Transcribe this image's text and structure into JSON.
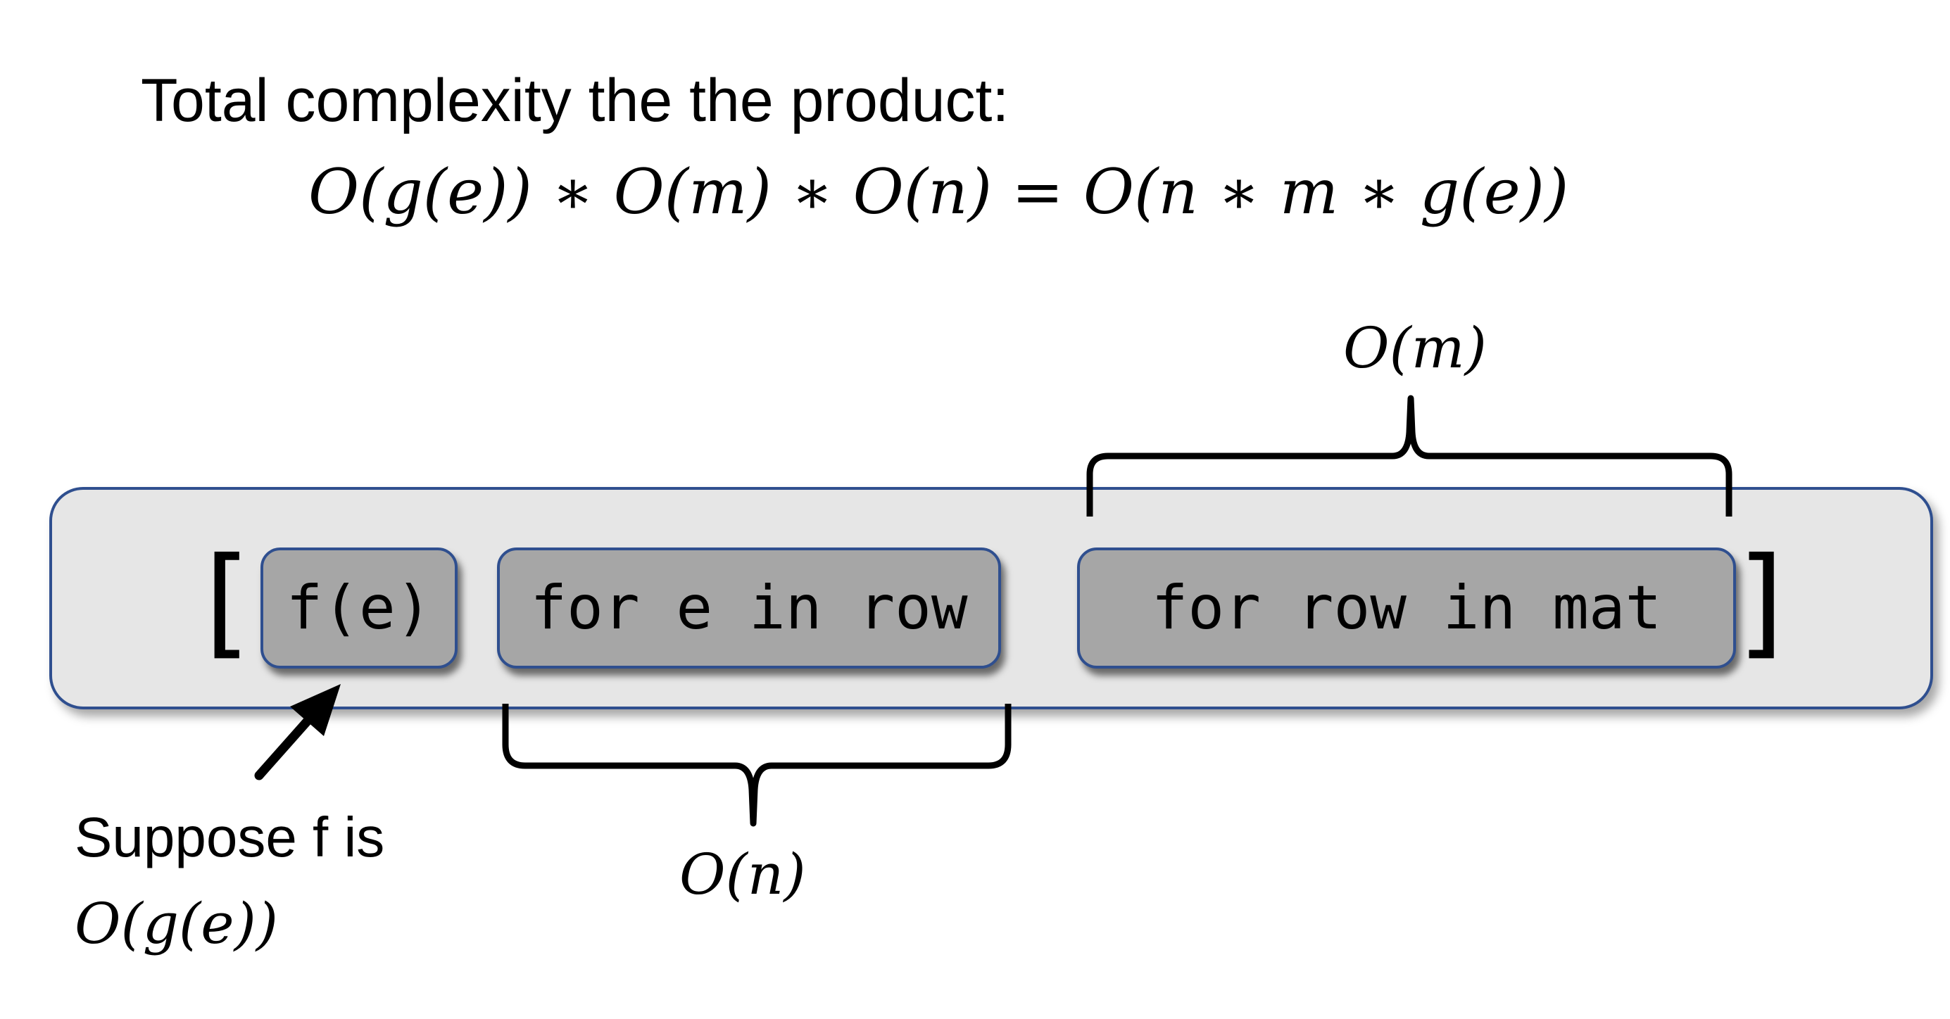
{
  "title": "Total complexity the the product:",
  "equation": "O(g(e)) ∗ O(m) ∗ O(n) = O(n ∗ m ∗ g(e))",
  "labels": {
    "outer_loop": "O(m)",
    "inner_loop": "O(n)"
  },
  "list_comprehension": {
    "open_bracket": "[",
    "close_bracket": "]",
    "expression": "f(e)",
    "inner_clause": "for e in row",
    "outer_clause": "for row in mat"
  },
  "note": {
    "text": "Suppose f is",
    "complexity": "O(g(e))"
  },
  "colors": {
    "panel_fill": "#e6e6e6",
    "box_fill": "#a6a6a6",
    "border": "#2f4f8f"
  }
}
